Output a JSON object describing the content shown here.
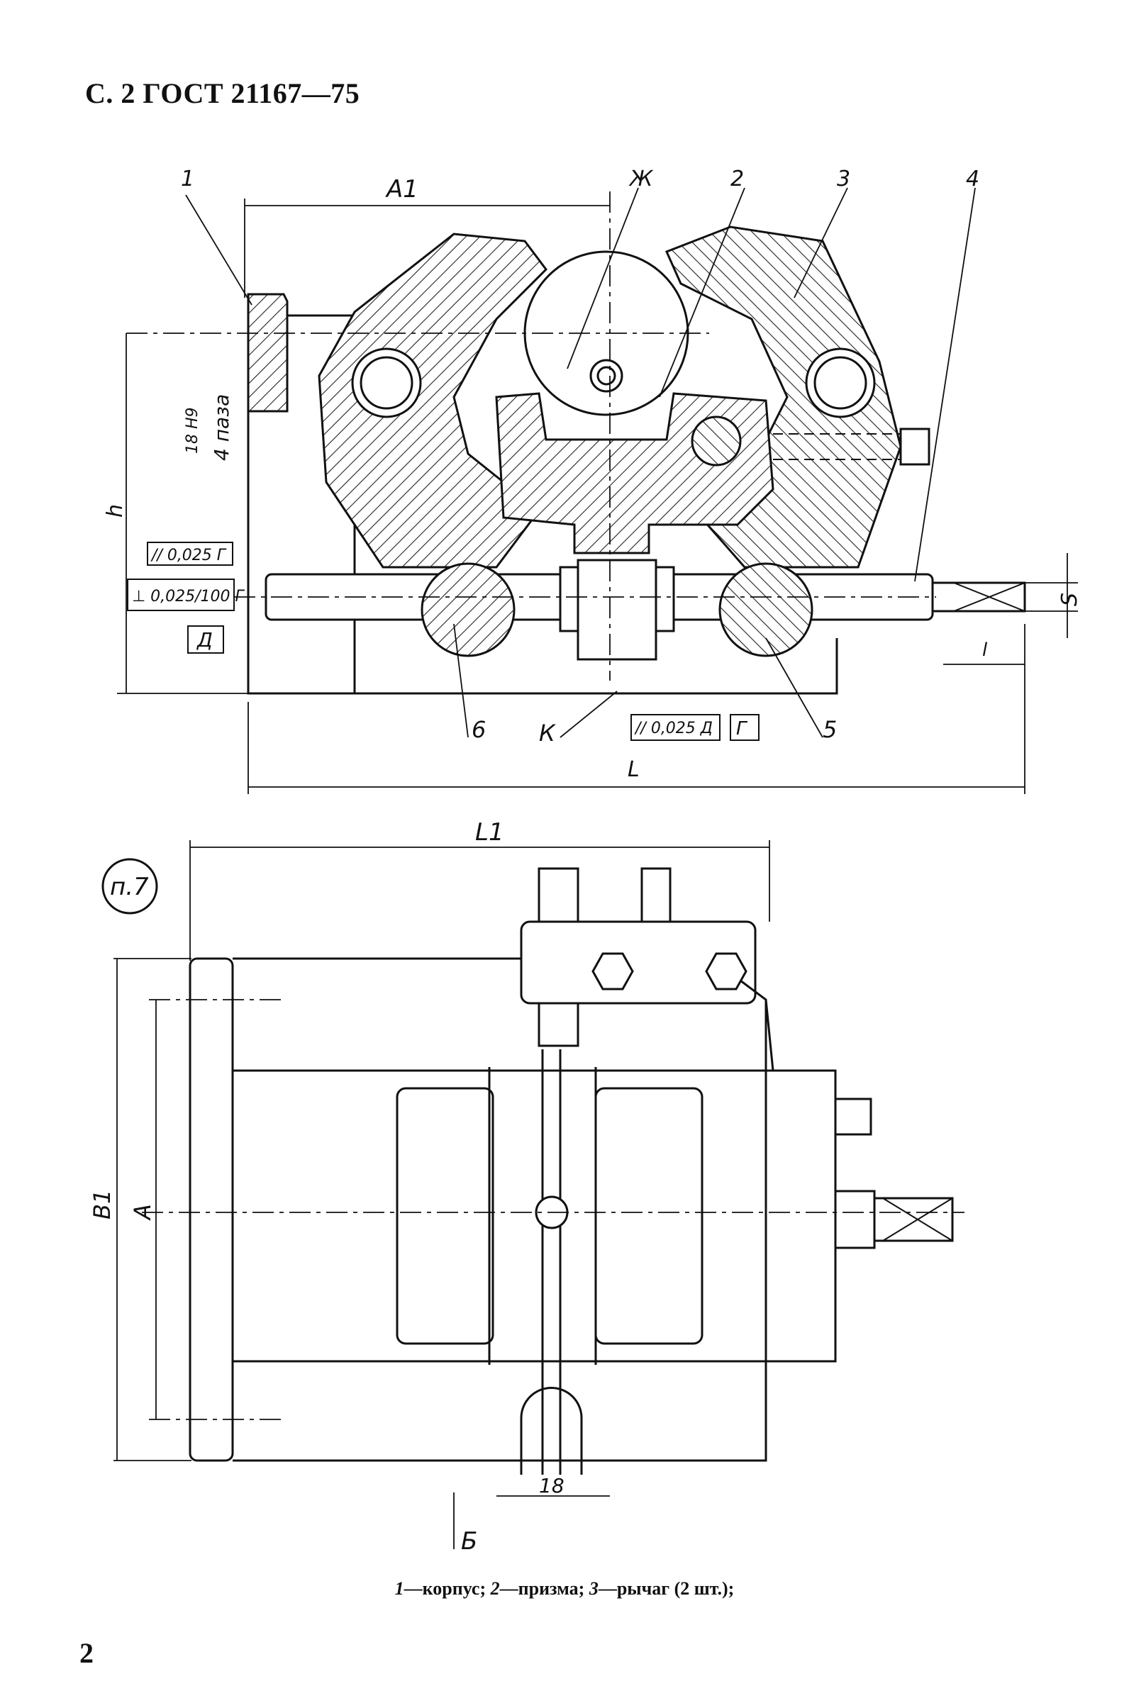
{
  "header": {
    "text": "С. 2 ГОСТ 21167—75"
  },
  "top_view": {
    "part_labels": [
      "1",
      "Ж",
      "2",
      "3",
      "4"
    ],
    "dim_A1": "A1",
    "slot_dim": "18 H9",
    "slot_count": "4 паза",
    "dim_h": "h",
    "tol_parallel": "// 0,025 Г",
    "tol_perp": "⊥ 0,025/100 Г",
    "datum_D": "Д",
    "tol_bottom": "// 0,025 Д",
    "datum_G": "Г",
    "dim_S": "S",
    "dim_l": "l",
    "label_6": "6",
    "label_K": "К",
    "label_5": "5",
    "dim_L": "L"
  },
  "plan_view": {
    "dim_L1": "L1",
    "note": "п.7",
    "dim_B1": "B1",
    "dim_A": "A",
    "dim_18": "18",
    "view_arrow": "Б"
  },
  "caption": {
    "n1": "1",
    "t1": "—корпус; ",
    "n2": "2",
    "t2": "—призма; ",
    "n3": "3",
    "t3": "—рычаг (2 шт.);"
  },
  "page_number": "2"
}
